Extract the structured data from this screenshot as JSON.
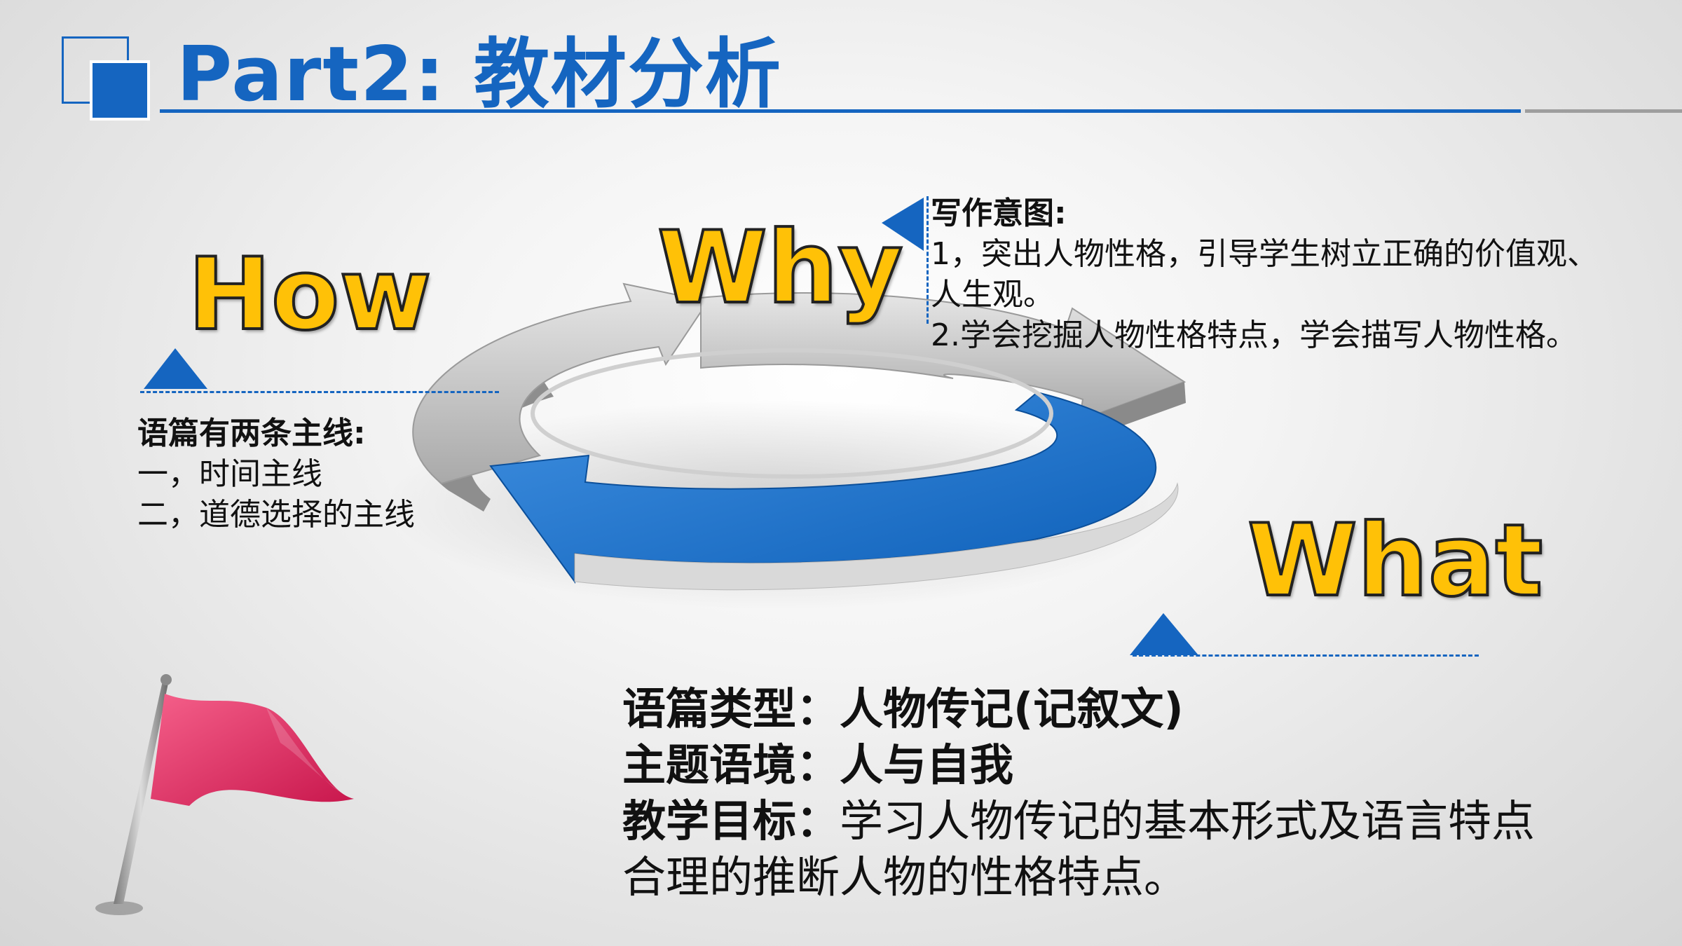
{
  "title": "Part2: 教材分析",
  "words": {
    "how": "How",
    "why": "Why",
    "what": "What"
  },
  "how_block": {
    "heading": "语篇有两条主线:",
    "lines": [
      "一，时间主线",
      "二，道德选择的主线"
    ]
  },
  "why_block": {
    "heading": "写作意图:",
    "lines": [
      "1，突出人物性格，引导学生树立正确的价值观、",
      "人生观。",
      "2.学会挖掘人物性格特点，学会描写人物性格。"
    ]
  },
  "what_block": {
    "rows": [
      {
        "label": "语篇类型：",
        "value": "人物传记(记叙文)"
      },
      {
        "label": "主题语境：",
        "value": "人与自我"
      },
      {
        "label": "教学目标：",
        "value": "学习人物传记的基本形式及语言特点"
      },
      {
        "label": "",
        "value": "合理的推断人物的性格特点。"
      }
    ]
  },
  "colors": {
    "accent_blue": "#1565c0",
    "word_yellow": "#ffc107",
    "flag_pink": "#e5396a",
    "arrow_gray": "#bdbdbd"
  },
  "icons": [
    "square-logo-icon",
    "triangle-marker-icon",
    "cycle-arrows-graphic",
    "flag-icon"
  ]
}
